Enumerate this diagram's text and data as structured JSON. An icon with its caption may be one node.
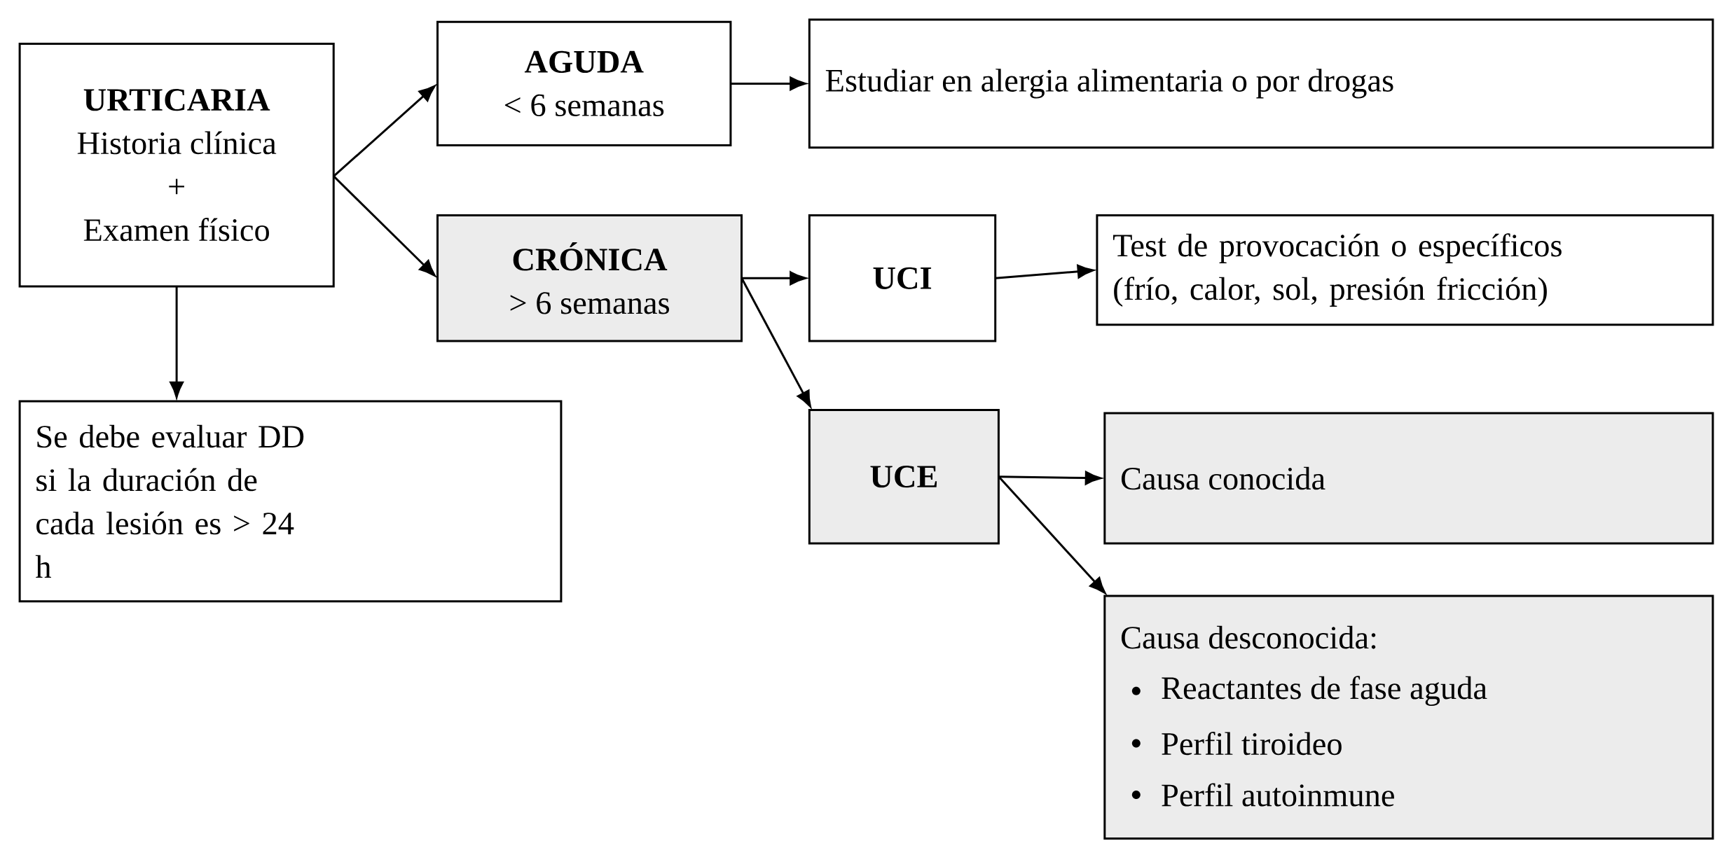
{
  "diagram": {
    "nodes": [
      {
        "text": [
          "URTICARIA",
          "Historia clínica",
          "+",
          "Examen físico"
        ]
      },
      {
        "text": [
          "AGUDA",
          "< 6 semanas"
        ]
      },
      {
        "text": [
          "Estudiar en alergia alimentaria o por drogas"
        ]
      },
      {
        "text": [
          "CRÓNICA",
          "> 6 semanas"
        ]
      },
      {
        "text": [
          "UCI"
        ]
      },
      {
        "text": [
          "Test de provocación o específicos (frío, calor, sol, presión fricción)"
        ]
      },
      {
        "text": [
          "Se debe evaluar DD si la duración de cada lesión es > 24 h"
        ]
      },
      {
        "text": [
          "UCE"
        ]
      },
      {
        "text": [
          "Causa conocida"
        ]
      },
      {
        "text": [
          "Causa desconocida:",
          "Reactantes de fase aguda",
          "Perfil tiroideo",
          "Perfil autoinmune"
        ]
      }
    ],
    "edges": [
      {
        "from": 0,
        "to": 1,
        "arrow": "to"
      },
      {
        "from": 0,
        "to": 3,
        "arrow": "to"
      },
      {
        "from": 1,
        "to": 2,
        "arrow": "to"
      },
      {
        "from": 3,
        "to": 4,
        "arrow": "to"
      },
      {
        "from": 3,
        "to": 7,
        "arrow": "to"
      },
      {
        "from": 4,
        "to": 5,
        "arrow": "to"
      },
      {
        "from": 7,
        "to": 8,
        "arrow": "to"
      },
      {
        "from": 7,
        "to": 9,
        "arrow": "to"
      },
      {
        "from": 0,
        "to": 6,
        "arrow": "to"
      }
    ]
  }
}
